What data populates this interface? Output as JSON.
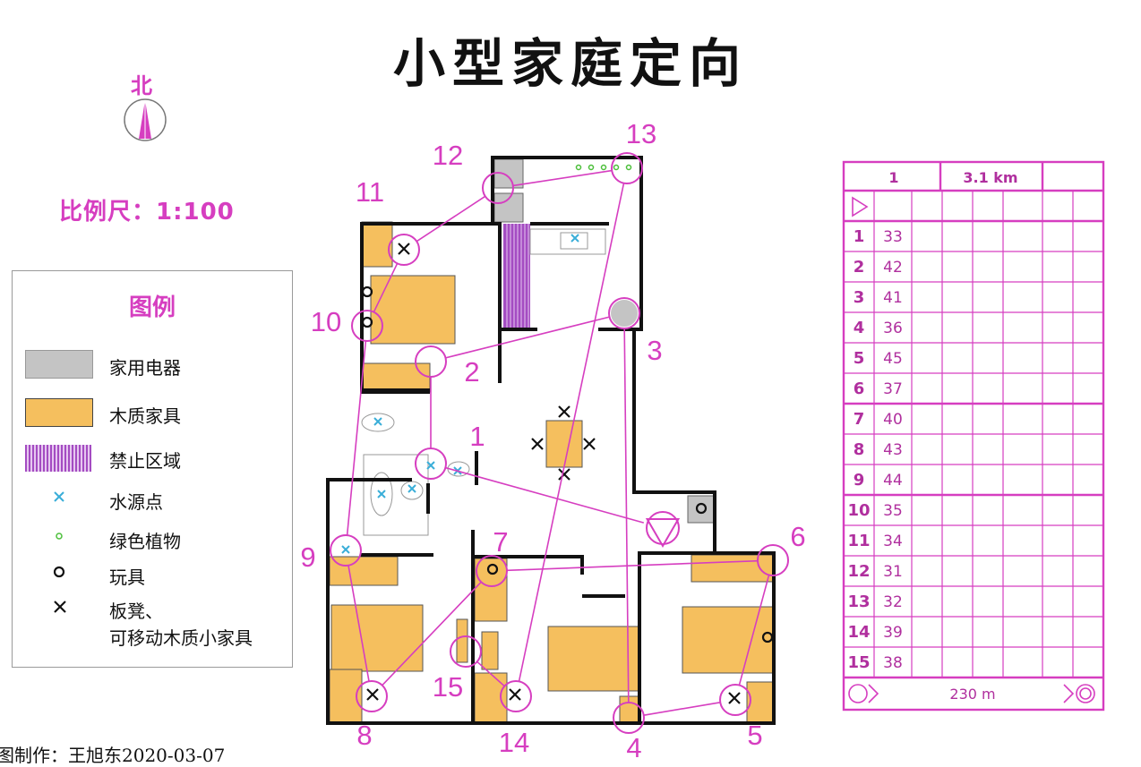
{
  "title": "小型家庭定向",
  "north_label": "北",
  "scale_text": "比例尺：1:100",
  "legend": {
    "title": "图例",
    "items": [
      {
        "label": "家用电器",
        "symbol": "appliance-swatch",
        "color": "#c4c4c4"
      },
      {
        "label": "木质家具",
        "symbol": "furniture-swatch",
        "color": "#f5bf5e"
      },
      {
        "label": "禁止区域",
        "symbol": "forbidden-swatch",
        "color": "#a44cc2"
      },
      {
        "label": "水源点",
        "symbol": "water-icon",
        "color": "#3aaed8"
      },
      {
        "label": "绿色植物",
        "symbol": "plant-icon",
        "color": "#4cbf3a"
      },
      {
        "label": "玩具",
        "symbol": "toy-icon",
        "color": "#111111"
      },
      {
        "label": "板凳、",
        "label2": "可移动木质小家具",
        "symbol": "stool-icon",
        "color": "#111111"
      }
    ]
  },
  "credit": "图制作：王旭东2020-03-07",
  "colors": {
    "course": "#d63ec0",
    "furniture": "#f5bf5e",
    "appliance": "#c4c4c4",
    "forbidden": "#a44cc2",
    "water": "#3aaed8",
    "plant": "#4cbf3a",
    "wall": "#111111"
  },
  "course": {
    "controls": [
      {
        "number": "1"
      },
      {
        "number": "2"
      },
      {
        "number": "3"
      },
      {
        "number": "4"
      },
      {
        "number": "5"
      },
      {
        "number": "6"
      },
      {
        "number": "7"
      },
      {
        "number": "8"
      },
      {
        "number": "9"
      },
      {
        "number": "10"
      },
      {
        "number": "11"
      },
      {
        "number": "12"
      },
      {
        "number": "13"
      },
      {
        "number": "14"
      },
      {
        "number": "15"
      }
    ]
  },
  "control_card": {
    "course_name": "1",
    "length": "3.1 km",
    "start_symbol": "start-triangle-icon",
    "rows": [
      {
        "n": "1",
        "code": "33"
      },
      {
        "n": "2",
        "code": "42"
      },
      {
        "n": "3",
        "code": "41"
      },
      {
        "n": "4",
        "code": "36"
      },
      {
        "n": "5",
        "code": "45"
      },
      {
        "n": "6",
        "code": "37"
      },
      {
        "n": "7",
        "code": "40"
      },
      {
        "n": "8",
        "code": "43"
      },
      {
        "n": "9",
        "code": "44"
      },
      {
        "n": "10",
        "code": "35"
      },
      {
        "n": "11",
        "code": "34"
      },
      {
        "n": "12",
        "code": "31"
      },
      {
        "n": "13",
        "code": "32"
      },
      {
        "n": "14",
        "code": "39"
      },
      {
        "n": "15",
        "code": "38"
      }
    ],
    "finish_distance": "230 m"
  }
}
